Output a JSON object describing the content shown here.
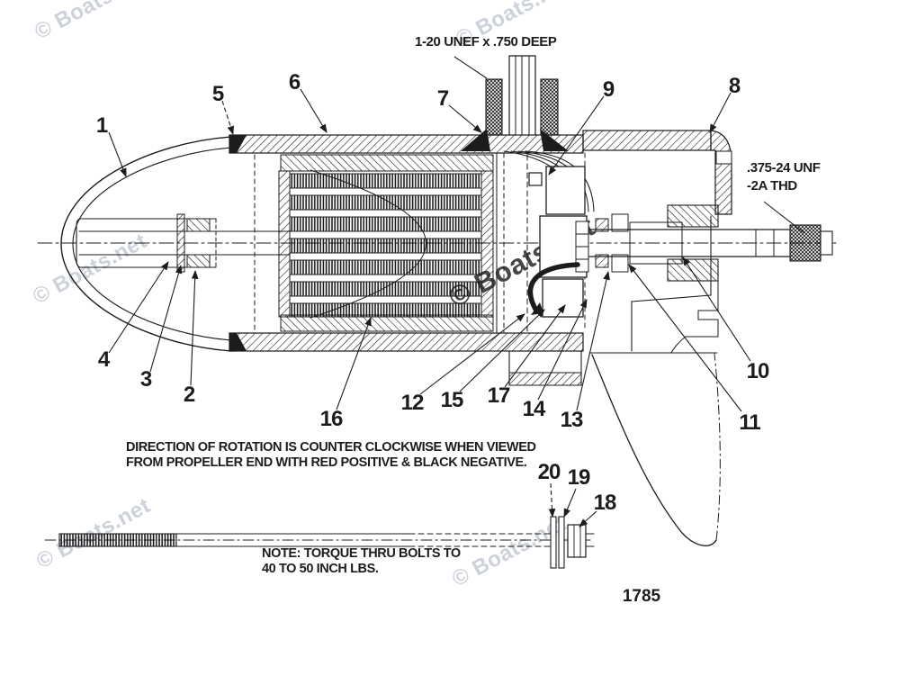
{
  "document": {
    "type": "engine-parts-cross-section-diagram",
    "drawing_number": "1785"
  },
  "watermark": {
    "text": "© Boats.net",
    "light_color": "#ccd1da",
    "dark_color": "#474747"
  },
  "colors": {
    "ink": "#1c1c1c",
    "background": "#ffffff"
  },
  "labels": {
    "top_thread": "1-20 UNEF x .750 DEEP",
    "right_thread_line1": ".375-24 UNF",
    "right_thread_line2": "-2A THD",
    "rotation_line1": "DIRECTION OF ROTATION IS COUNTER CLOCKWISE WHEN VIEWED",
    "rotation_line2": "FROM PROPELLER END WITH RED POSITIVE & BLACK NEGATIVE.",
    "torque_line1": "NOTE: TORQUE THRU BOLTS TO",
    "torque_line2": "40 TO 50 INCH LBS."
  },
  "callouts": [
    {
      "label": "1"
    },
    {
      "label": "2"
    },
    {
      "label": "3"
    },
    {
      "label": "4"
    },
    {
      "label": "5"
    },
    {
      "label": "6"
    },
    {
      "label": "7"
    },
    {
      "label": "8"
    },
    {
      "label": "9"
    },
    {
      "label": "10"
    },
    {
      "label": "11"
    },
    {
      "label": "12"
    },
    {
      "label": "13"
    },
    {
      "label": "14"
    },
    {
      "label": "15"
    },
    {
      "label": "16"
    },
    {
      "label": "17"
    },
    {
      "label": "18"
    },
    {
      "label": "19"
    },
    {
      "label": "20"
    }
  ]
}
